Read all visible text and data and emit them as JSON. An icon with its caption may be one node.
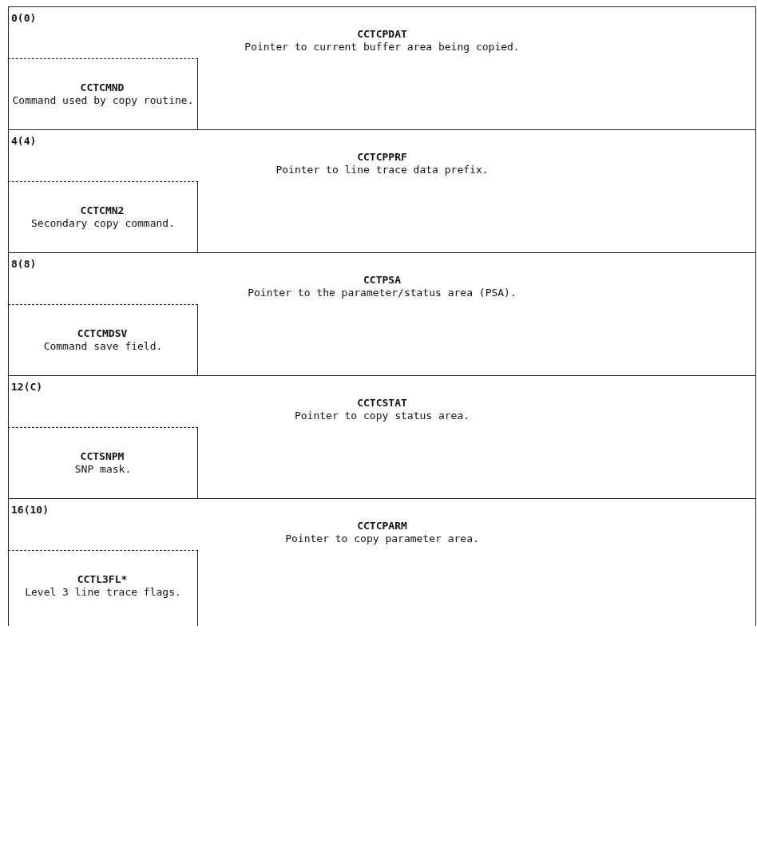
{
  "diagram": {
    "nodes": [
      {
        "text": [
          "0(0)",
          "CCTCPDAT",
          "Pointer to current buffer area being copied."
        ]
      },
      {
        "text": [
          "CCTCMND",
          "Command used by copy routine."
        ],
        "in": 0
      },
      {
        "text": [
          "4(4)",
          "CCTCPPRF",
          "Pointer to line trace data prefix."
        ]
      },
      {
        "text": [
          "CCTCMN2",
          "Secondary copy command."
        ],
        "in": 2
      },
      {
        "text": [
          "8(8)",
          "CCTPSA",
          "Pointer to the parameter/status area (PSA)."
        ]
      },
      {
        "text": [
          "CCTCMDSV",
          "Command save field."
        ],
        "in": 4
      },
      {
        "text": [
          "12(C)",
          "CCTCSTAT",
          "Pointer to copy status area."
        ]
      },
      {
        "text": [
          "CCTSNPM",
          "SNP mask."
        ],
        "in": 6
      },
      {
        "text": [
          "16(10)",
          "CCTCPARM",
          "Pointer to copy parameter area."
        ]
      },
      {
        "text": [
          "CCTL3FL*",
          "Level 3 line trace flags."
        ],
        "in": 8
      }
    ]
  }
}
